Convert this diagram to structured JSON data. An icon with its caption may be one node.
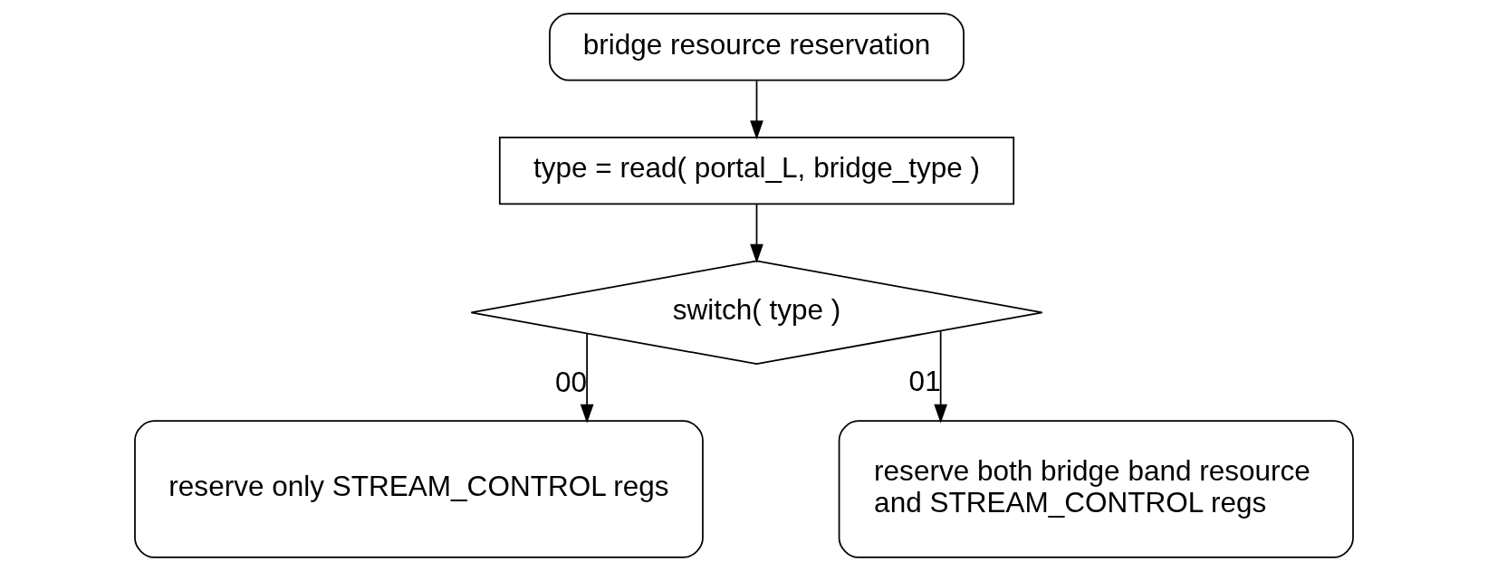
{
  "diagram": {
    "nodes": [
      {
        "text": [
          "bridge resource reservation"
        ]
      },
      {
        "text": [
          "type = read( portal_L, bridge_type )"
        ]
      },
      {
        "text": [
          "switch( type )"
        ]
      },
      {
        "text": [
          "reserve only STREAM_CONTROL regs"
        ]
      },
      {
        "text": [
          "reserve both bridge band resource and STREAM_CONTROL regs"
        ]
      }
    ],
    "edges": [
      {
        "from": 0,
        "to": 1,
        "arrow": "to"
      },
      {
        "from": 1,
        "to": 2,
        "arrow": "to"
      },
      {
        "from": 2,
        "to": 3,
        "arrow": "to",
        "label": "00"
      },
      {
        "from": 2,
        "to": 4,
        "arrow": "to",
        "label": "01"
      }
    ]
  }
}
